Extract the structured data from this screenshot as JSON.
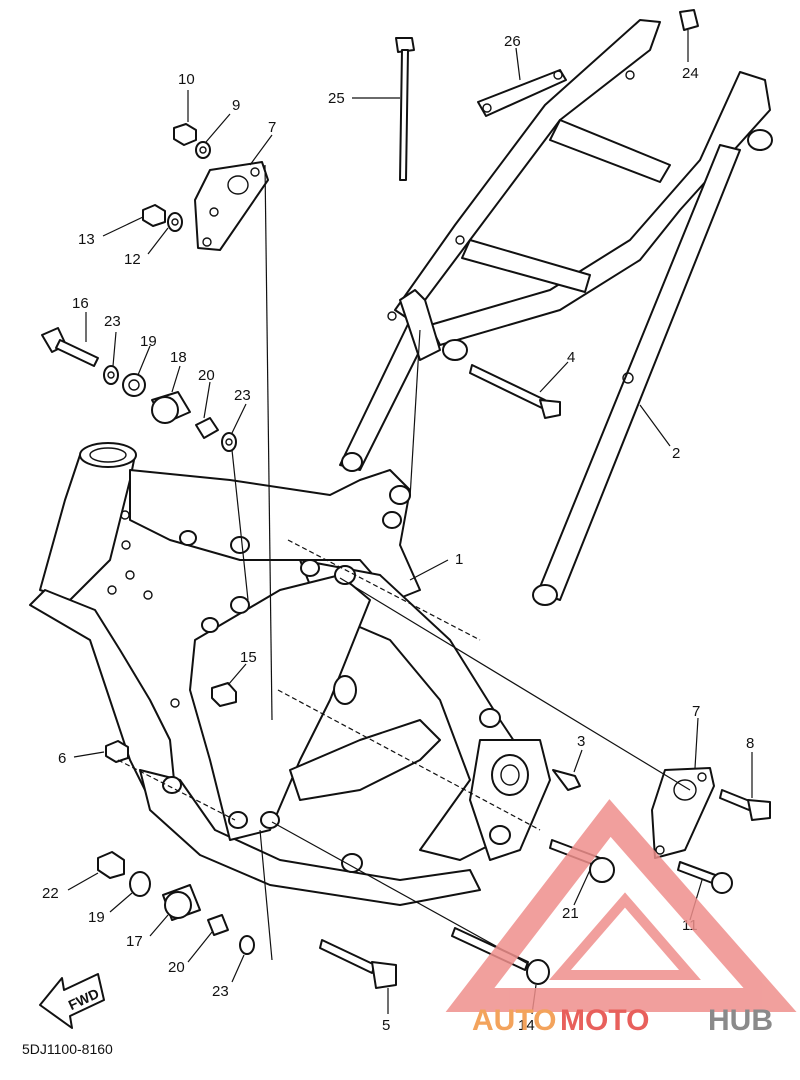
{
  "diagram_code": "5DJ1100-8160",
  "fwd_label": "FWD",
  "watermark": {
    "part1": "AUTO",
    "part2": "MOTO",
    "part3": "HUB",
    "color_red": "#e8605c",
    "color_orange": "#f3a35c",
    "color_gray": "#8a8a8a"
  },
  "callouts": {
    "c1": "1",
    "c2": "2",
    "c3": "3",
    "c4": "4",
    "c5": "5",
    "c6": "6",
    "c7a": "7",
    "c7b": "7",
    "c8": "8",
    "c9": "9",
    "c10": "10",
    "c11": "11",
    "c12": "12",
    "c13": "13",
    "c14": "14",
    "c15": "15",
    "c16": "16",
    "c17": "17",
    "c18": "18",
    "c19a": "19",
    "c19b": "19",
    "c20a": "20",
    "c20b": "20",
    "c21": "21",
    "c22": "22",
    "c23a": "23",
    "c23b": "23",
    "c23c": "23",
    "c24": "24",
    "c25": "25",
    "c26": "26"
  }
}
